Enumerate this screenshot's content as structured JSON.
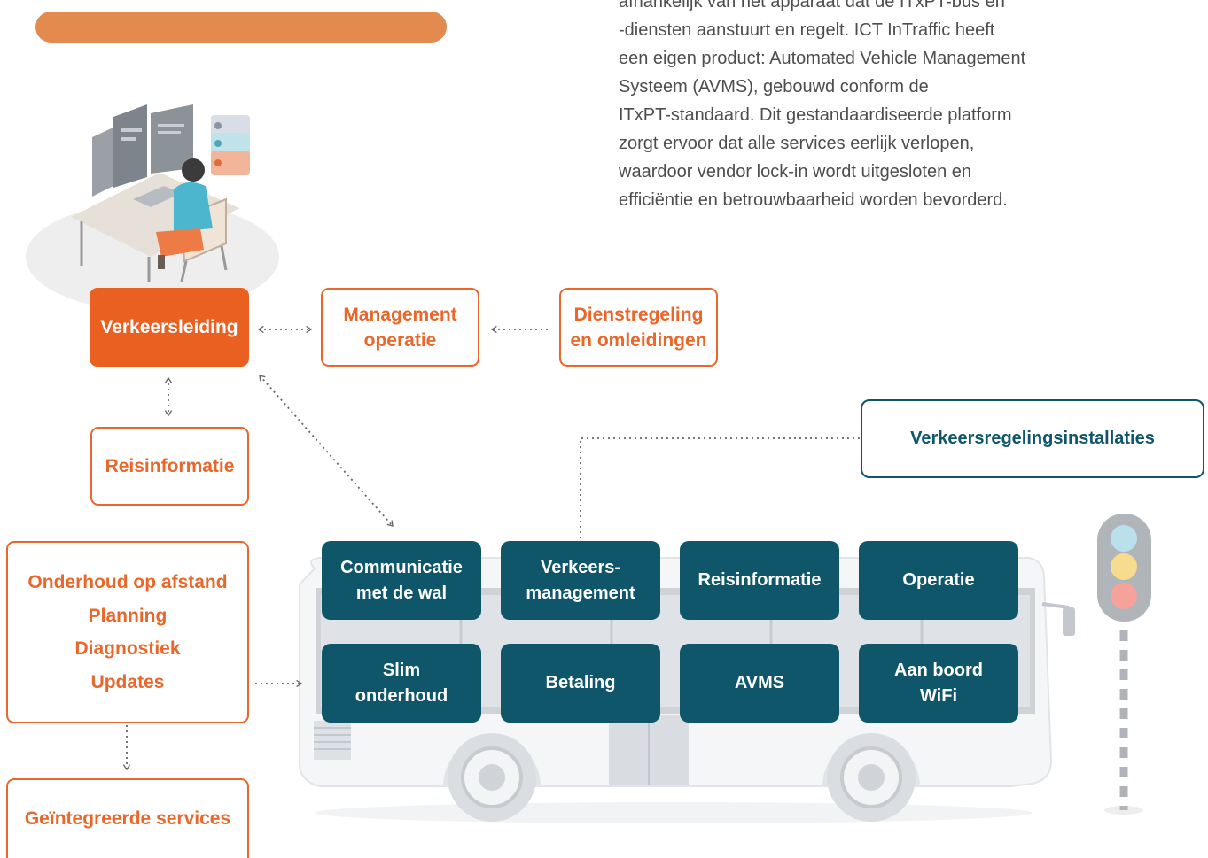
{
  "header": {
    "intro_lines": [
      "afhankelijk van het apparaat dat de ITxPT-bus en",
      "-diensten aanstuurt en regelt. ICT InTraffic heeft",
      "een eigen product: Automated Vehicle Management",
      "Systeem (AVMS), gebouwd conform de",
      "ITxPT-standaard. Dit gestandaardiseerde platform",
      "zorgt ervoor dat alle services eerlijk verlopen,",
      "waardoor vendor lock-in wordt uitgesloten en",
      "efficiëntie en betrouwbaarheid worden bevorderd."
    ]
  },
  "nodes": {
    "verkeersleiding": "Verkeersleiding",
    "management_operatie": [
      "Management",
      "operatie"
    ],
    "dienstregeling": [
      "Dienstregeling",
      "en omleidingen"
    ],
    "reisinformatie": "Reisinformatie",
    "maintenance": [
      "Onderhoud op afstand",
      "Planning",
      "Diagnostiek",
      "Updates"
    ],
    "integrated_services": "Geïntegreerde services",
    "traffic_installations": "Verkeersregelingsinstallaties"
  },
  "bus_tiles": [
    [
      "Communicatie",
      "met de wal"
    ],
    [
      "Verkeers-",
      "management"
    ],
    [
      "Reisinformatie"
    ],
    [
      "Operatie"
    ],
    [
      "Slim",
      "onderhoud"
    ],
    [
      "Betaling"
    ],
    [
      "AVMS"
    ],
    [
      "Aan boord",
      "WiFi"
    ]
  ],
  "colors": {
    "orange": "#ea6020",
    "orange_accent": "#e38a4e",
    "teal": "#0f566b",
    "text_gray": "#4d4d4d",
    "light_blue": "#b9e0ec",
    "light_yellow": "#f7dc8f",
    "light_red": "#f5a39a"
  },
  "icons": [
    "operator-workstation-illustration",
    "bus-illustration",
    "traffic-light-icon"
  ]
}
